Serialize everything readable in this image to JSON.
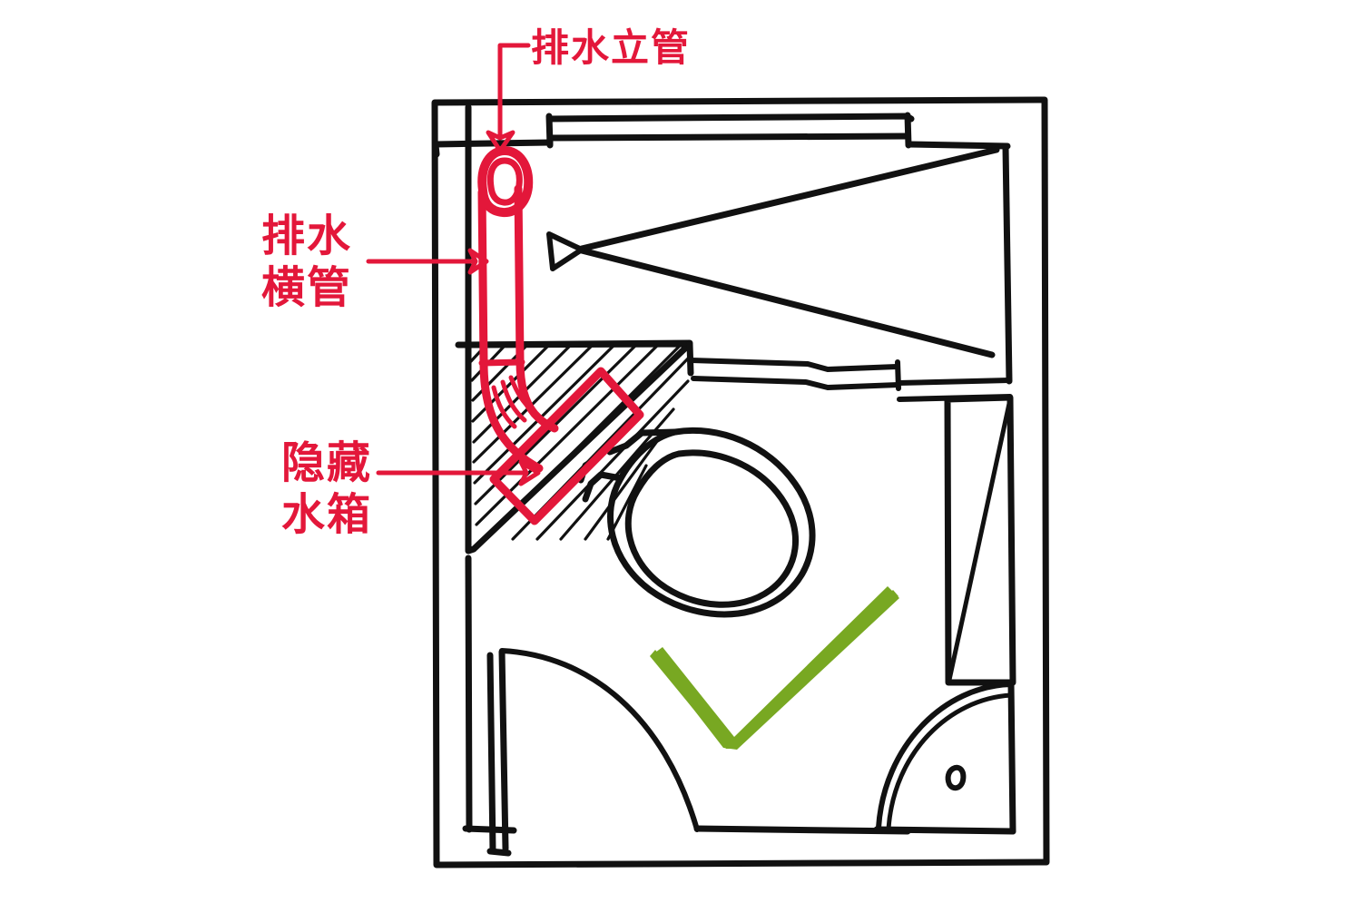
{
  "drawing": {
    "kind": "hand-drawn-bathroom-floor-plan",
    "title_visible": false,
    "colors": {
      "ink": "#111111",
      "annotation_red": "#e3173a",
      "check_green": "#78a822",
      "background": "#ffffff"
    }
  },
  "annotations": [
    {
      "id": "stack",
      "text": "排水立管",
      "meaning": "drainage vertical stack pipe",
      "color": "#e3173a",
      "leader": "elbow-down-arrow",
      "points_to": "vertical-pipe-top"
    },
    {
      "id": "horizontal",
      "text": "排水\n横管",
      "line1": "排水",
      "line2": "横管",
      "meaning": "horizontal drainage pipe",
      "color": "#e3173a",
      "leader": "straight-right-arrow",
      "points_to": "vertical-pipe-shaft"
    },
    {
      "id": "tank",
      "text": "隐藏\n水箱",
      "line1": "隐藏",
      "line2": "水箱",
      "meaning": "concealed cistern / hidden water tank",
      "color": "#e3173a",
      "leader": "straight-right-arrow",
      "points_to": "concealed-tank-box"
    }
  ],
  "plan_elements": {
    "outer_wall": "rectangular bathroom outline",
    "inner_wall": "secondary inner wall line",
    "pipe_stack": "red vertical drainage stack with circular cap",
    "pipe_bend": "red 45-degree elbow joining stack to tank",
    "concealed_tank": "red diagonal rectangle inside hatched corner wall",
    "hatched_corner": "diagonal hatched build-out wall behind toilet",
    "toilet": "toilet bowl with seat outline, set diagonally",
    "door": "hinged door with quarter-circle swing arc, bottom left",
    "sliding_door": "top right opening with two diagonal swing lines",
    "shower_tray": "right side tall rectangle with diagonal line",
    "corner_basin": "quarter-round basin with drain hole, bottom right",
    "drain_hole": "small oval drain marker",
    "vanity_counter": "narrow double line counter to the right of hatched wall",
    "window": "double-line window at top wall"
  },
  "status_mark": {
    "type": "check",
    "symbol": "✓",
    "color": "#78a822",
    "meaning": "approved / recommended layout"
  }
}
